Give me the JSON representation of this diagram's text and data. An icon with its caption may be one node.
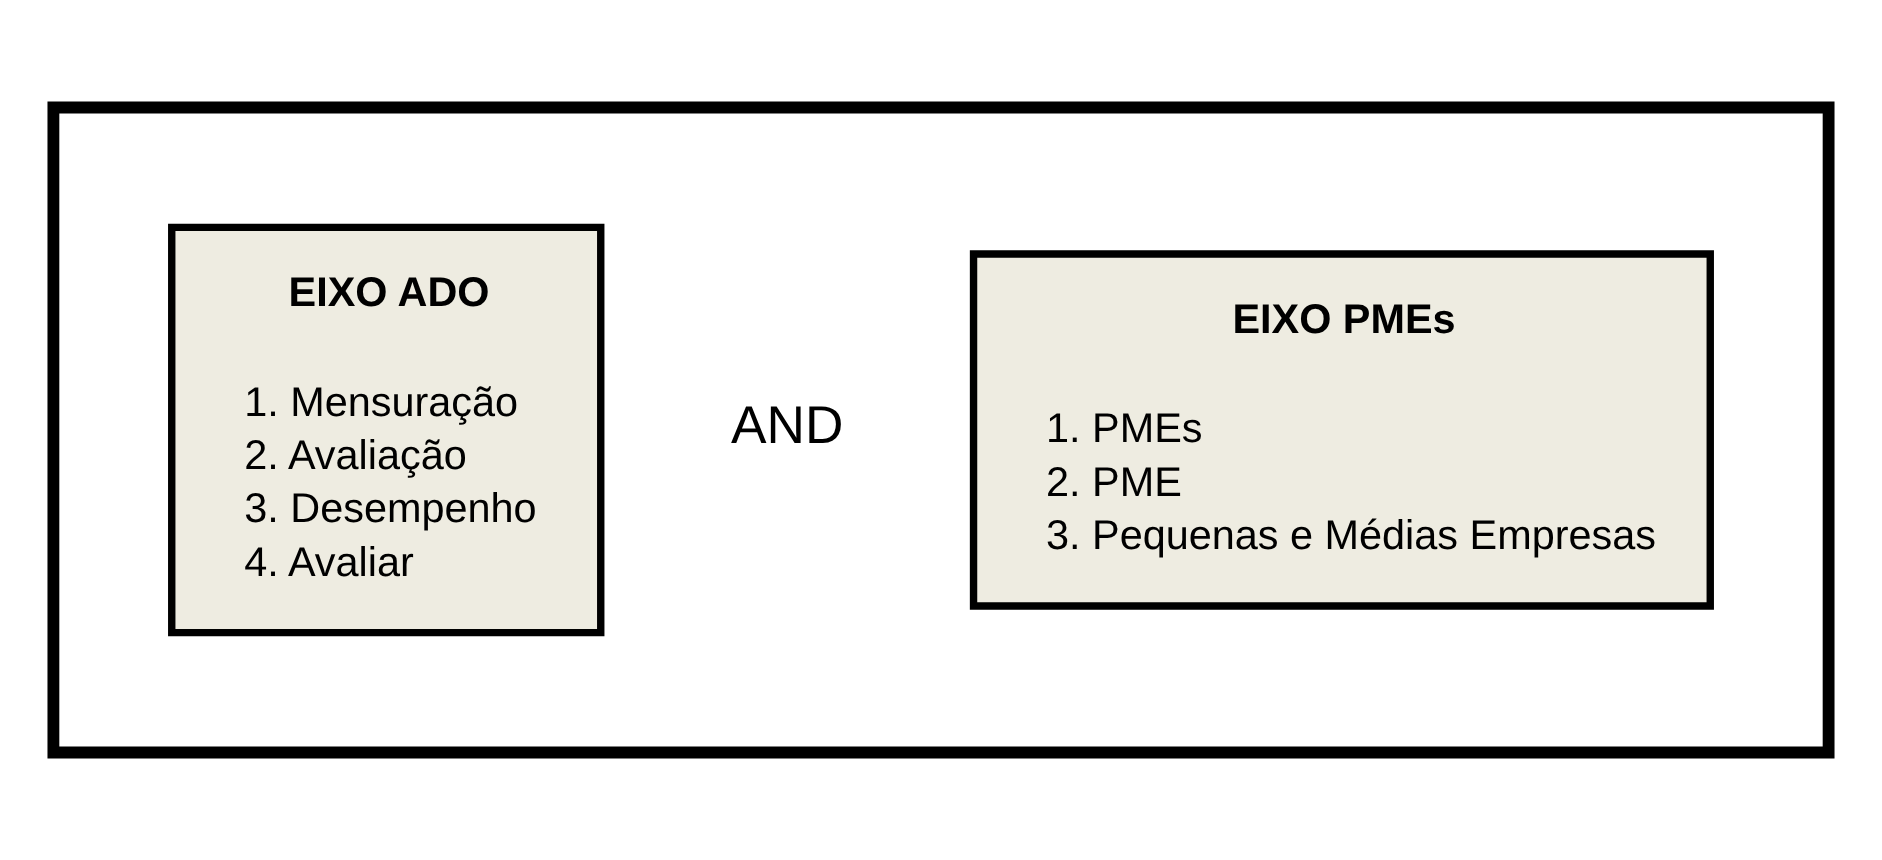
{
  "diagram": {
    "nodes": [
      {
        "text": [],
        "shape": "box"
      },
      {
        "text": [
          "EIXO ADO",
          "1. Mensuração",
          "2. Avaliação",
          "3. Desempenho",
          "4. Avaliar"
        ],
        "in": 0
      },
      {
        "text": [
          "EIXO PMEs",
          "1. PMEs",
          "2. PME",
          "3. Pequenas e Médias Empresas"
        ],
        "in": 0
      }
    ],
    "edges": [],
    "labels": [
      "AND"
    ]
  }
}
